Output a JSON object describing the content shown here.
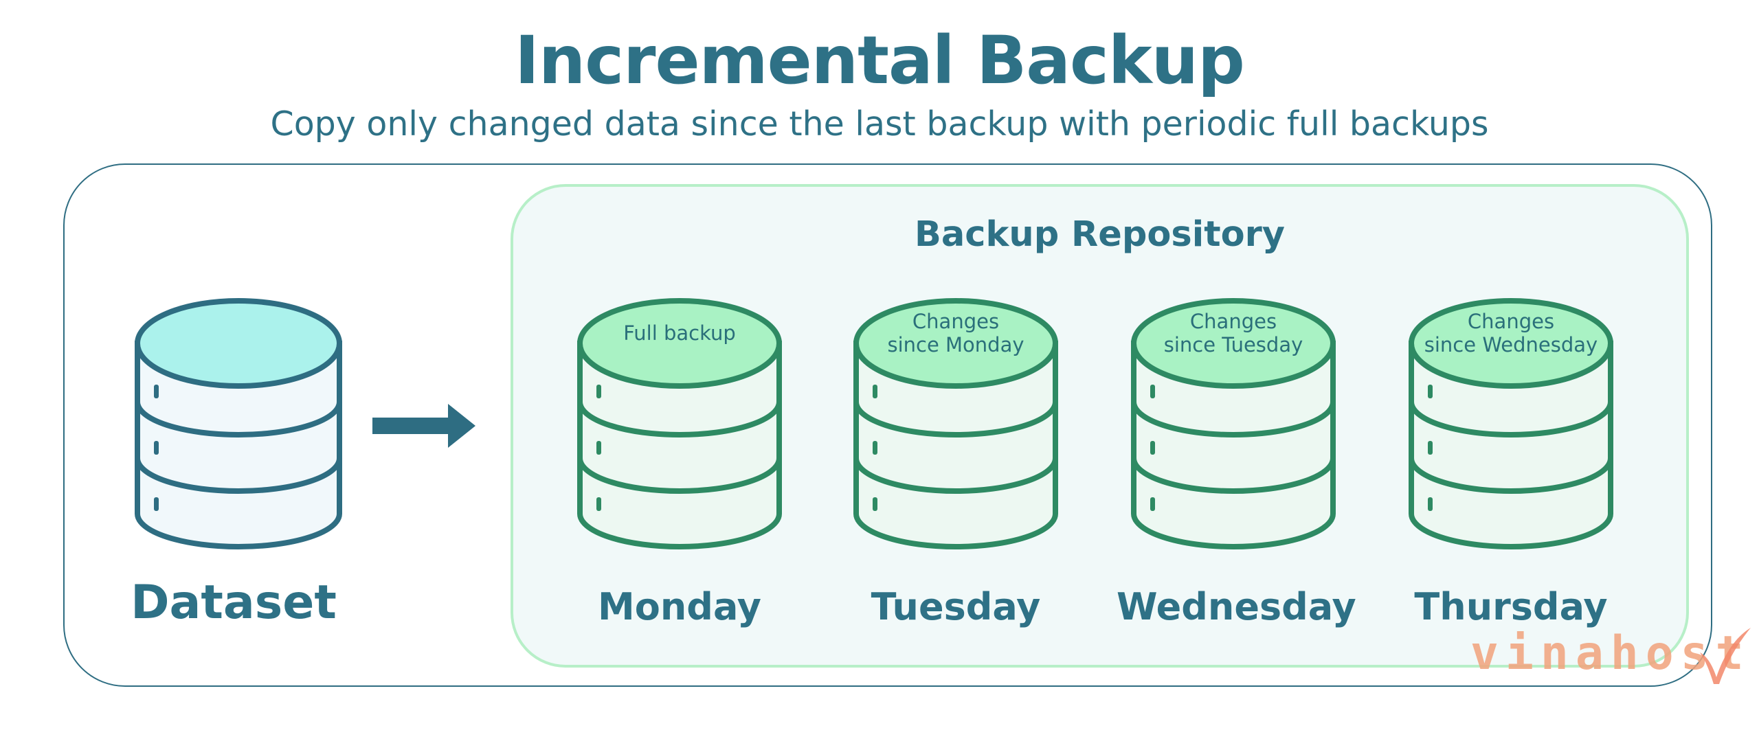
{
  "title": "Incremental Backup",
  "subtitle": "Copy only changed data since the last backup with periodic full backups",
  "dataset": {
    "label": "Dataset"
  },
  "repository": {
    "title": "Backup Repository",
    "items": [
      {
        "day": "Monday",
        "caption_line1": "Full backup",
        "caption_line2": ""
      },
      {
        "day": "Tuesday",
        "caption_line1": "Changes",
        "caption_line2": "since Monday"
      },
      {
        "day": "Wednesday",
        "caption_line1": "Changes",
        "caption_line2": "since Tuesday"
      },
      {
        "day": "Thursday",
        "caption_line1": "Changes",
        "caption_line2": "since Wednesday"
      }
    ]
  },
  "watermark": {
    "text": "vinahost."
  },
  "colors": {
    "dataset_stroke": "#2e6d82",
    "dataset_top": "#abf2ec",
    "dataset_body": "#f1f8fb",
    "backup_stroke": "#2e8a63",
    "backup_top": "#a9f2c4",
    "backup_body": "#edf8f2"
  }
}
